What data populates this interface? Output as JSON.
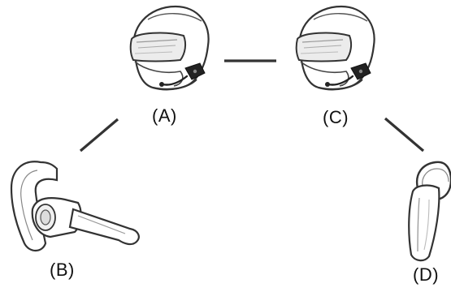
{
  "nodes": {
    "a": {
      "label": "(A)",
      "device": "helmet-with-headset-icon"
    },
    "b": {
      "label": "(B)",
      "device": "bluetooth-earpiece-icon"
    },
    "c": {
      "label": "(C)",
      "device": "helmet-with-headset-icon"
    },
    "d": {
      "label": "(D)",
      "device": "bluetooth-earpiece-icon"
    }
  },
  "links": [
    {
      "from": "a",
      "to": "c"
    },
    {
      "from": "a",
      "to": "b"
    },
    {
      "from": "c",
      "to": "d"
    }
  ],
  "colors": {
    "stroke": "#333333",
    "fill": "#ffffff",
    "visor": "#e8e8e8",
    "device": "#222222"
  }
}
